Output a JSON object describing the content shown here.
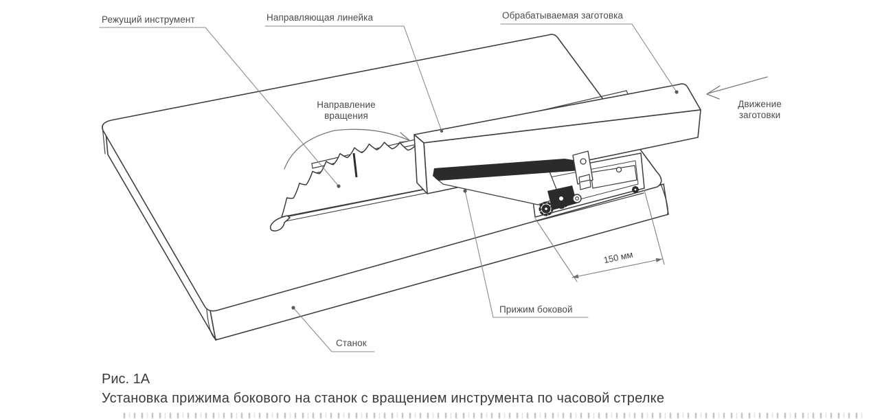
{
  "figure_labels": {
    "cutting_tool": "Режущий инструмент",
    "guide_ruler": "Направляющая линейка",
    "workpiece": "Обрабатываемая заготовка",
    "rotation_direction_line1": "Направление",
    "rotation_direction_line2": "вращения",
    "workpiece_movement_line1": "Движение",
    "workpiece_movement_line2": "заготовки",
    "dimension": "150 мм",
    "side_clamp": "Прижим боковой",
    "machine": "Станок"
  },
  "caption": {
    "figure_number": "Рис. 1А",
    "text": "Установка прижима бокового на станок с вращением инструмента по часовой стрелке"
  },
  "colors": {
    "outline": "#3f3f3f",
    "leader": "#858585",
    "label_text": "#4a4a4a",
    "caption_text": "#3a3a3a",
    "dark_fill": "#2b2b2b",
    "background": "#ffffff"
  }
}
